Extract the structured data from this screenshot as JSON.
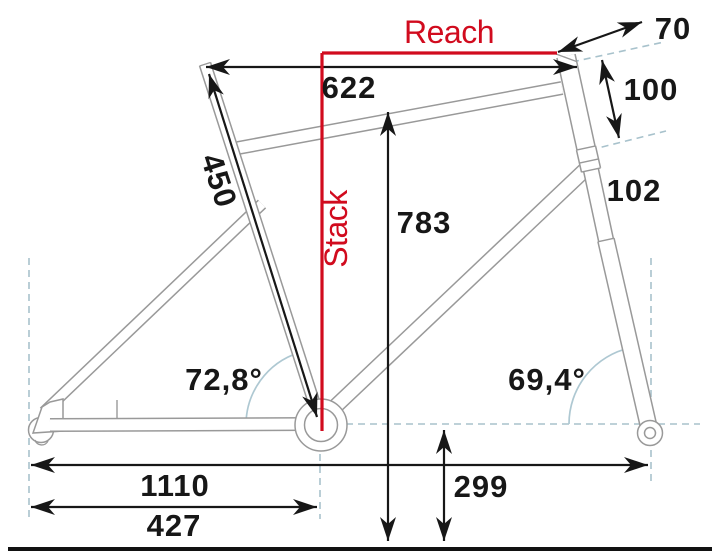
{
  "page": {
    "background": "#ffffff"
  },
  "diagram": {
    "type": "bicycle-frame-geometry-diagram",
    "colors": {
      "accent_red": "#d10b1e",
      "guide_blue": "#a8c2cc",
      "tube_gray": "#999999",
      "ink_black": "#171717"
    },
    "reach": {
      "label": "Reach"
    },
    "stack": {
      "label": "Stack"
    },
    "dimensions": {
      "top_tube": "622",
      "seat_tube": "450",
      "stack_to_ground": "783",
      "stem_offset": "70",
      "head_tube_upper": "100",
      "head_tube_lower": "102",
      "seat_angle": "72,8°",
      "head_angle": "69,4°",
      "wheelbase": "1110",
      "chainstay": "427",
      "bb_height": "299"
    }
  }
}
